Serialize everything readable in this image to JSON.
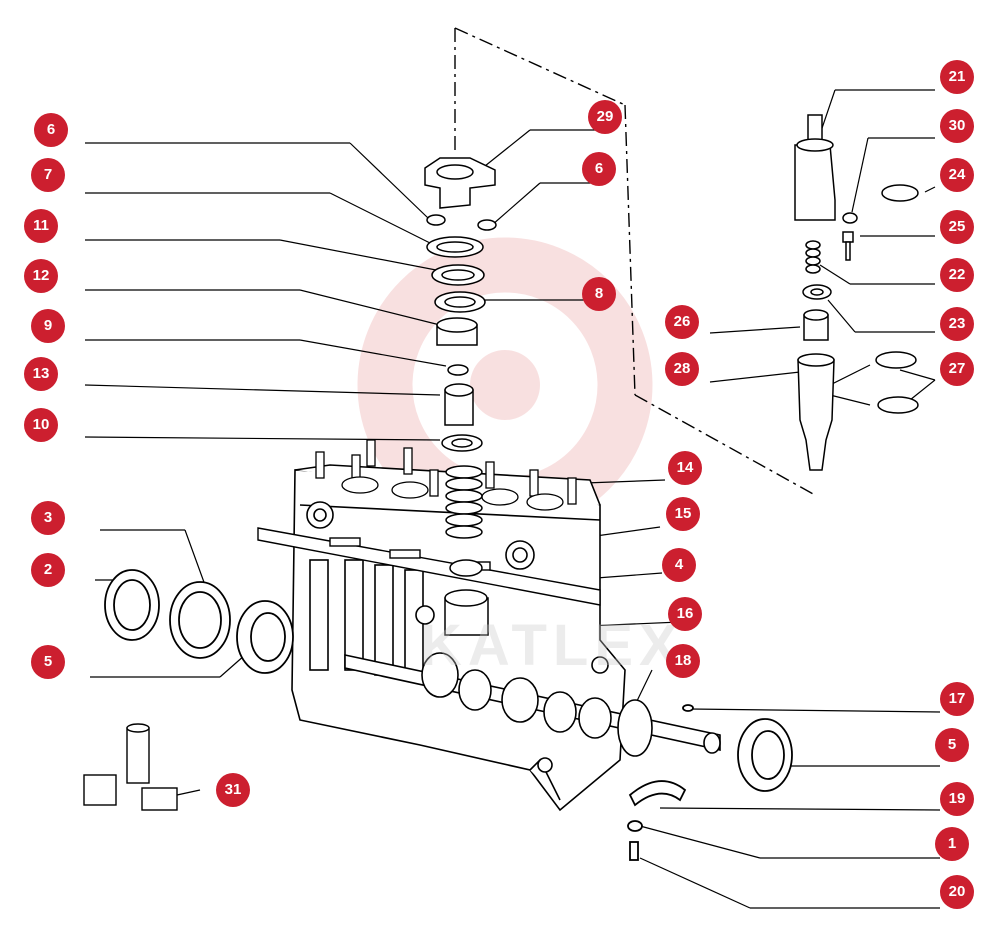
{
  "diagram": {
    "watermark_text": "KATLEX",
    "callout_color": "#cc1f2f",
    "logo_color": "#f4c8c8",
    "callouts": [
      {
        "id": "c-6-top",
        "label": "6"
      },
      {
        "id": "c-29",
        "label": "29"
      },
      {
        "id": "c-7",
        "label": "7"
      },
      {
        "id": "c-6-right",
        "label": "6"
      },
      {
        "id": "c-11",
        "label": "11"
      },
      {
        "id": "c-12",
        "label": "12"
      },
      {
        "id": "c-8",
        "label": "8"
      },
      {
        "id": "c-9",
        "label": "9"
      },
      {
        "id": "c-13",
        "label": "13"
      },
      {
        "id": "c-10",
        "label": "10"
      },
      {
        "id": "c-14",
        "label": "14"
      },
      {
        "id": "c-3",
        "label": "3"
      },
      {
        "id": "c-15",
        "label": "15"
      },
      {
        "id": "c-2",
        "label": "2"
      },
      {
        "id": "c-4",
        "label": "4"
      },
      {
        "id": "c-16",
        "label": "16"
      },
      {
        "id": "c-5-left",
        "label": "5"
      },
      {
        "id": "c-18",
        "label": "18"
      },
      {
        "id": "c-17",
        "label": "17"
      },
      {
        "id": "c-5-right",
        "label": "5"
      },
      {
        "id": "c-31",
        "label": "31"
      },
      {
        "id": "c-19",
        "label": "19"
      },
      {
        "id": "c-1",
        "label": "1"
      },
      {
        "id": "c-20",
        "label": "20"
      },
      {
        "id": "c-21",
        "label": "21"
      },
      {
        "id": "c-30",
        "label": "30"
      },
      {
        "id": "c-24",
        "label": "24"
      },
      {
        "id": "c-25",
        "label": "25"
      },
      {
        "id": "c-22",
        "label": "22"
      },
      {
        "id": "c-26",
        "label": "26"
      },
      {
        "id": "c-23",
        "label": "23"
      },
      {
        "id": "c-28",
        "label": "28"
      },
      {
        "id": "c-27",
        "label": "27"
      }
    ]
  }
}
